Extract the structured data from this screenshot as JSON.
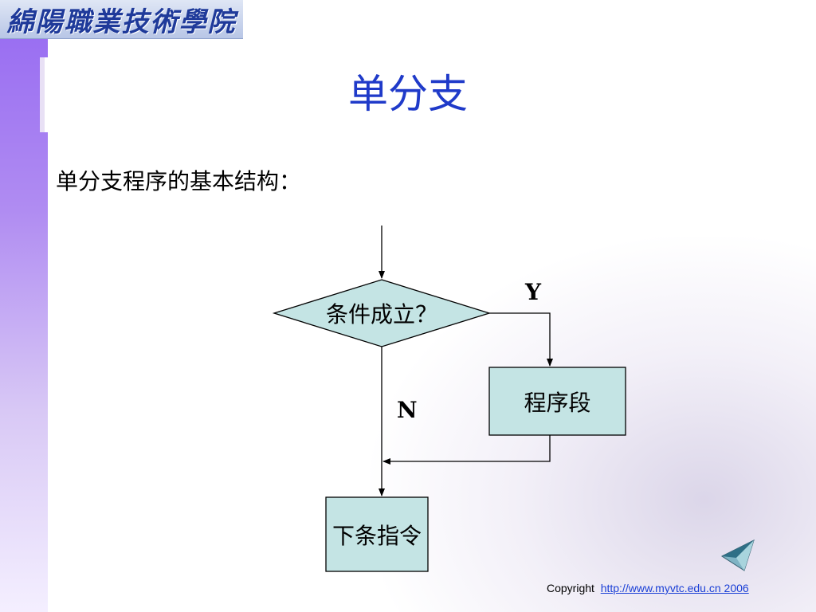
{
  "logo": {
    "text": "綿陽職業技術學院"
  },
  "slide": {
    "title": "单分支",
    "intro": "单分支程序的基本结构："
  },
  "flowchart": {
    "condition": "条件成立？",
    "process": "程序段",
    "next": "下条指令",
    "yes_label": "Y",
    "no_label": "N"
  },
  "footer": {
    "copyright_label": "Copyright",
    "link_text": "http://www.myvtc.edu.cn 2006"
  },
  "colors": {
    "title": "#1f3ac9",
    "shape_fill": "#c4e4e4",
    "link": "#1a3fd6"
  }
}
